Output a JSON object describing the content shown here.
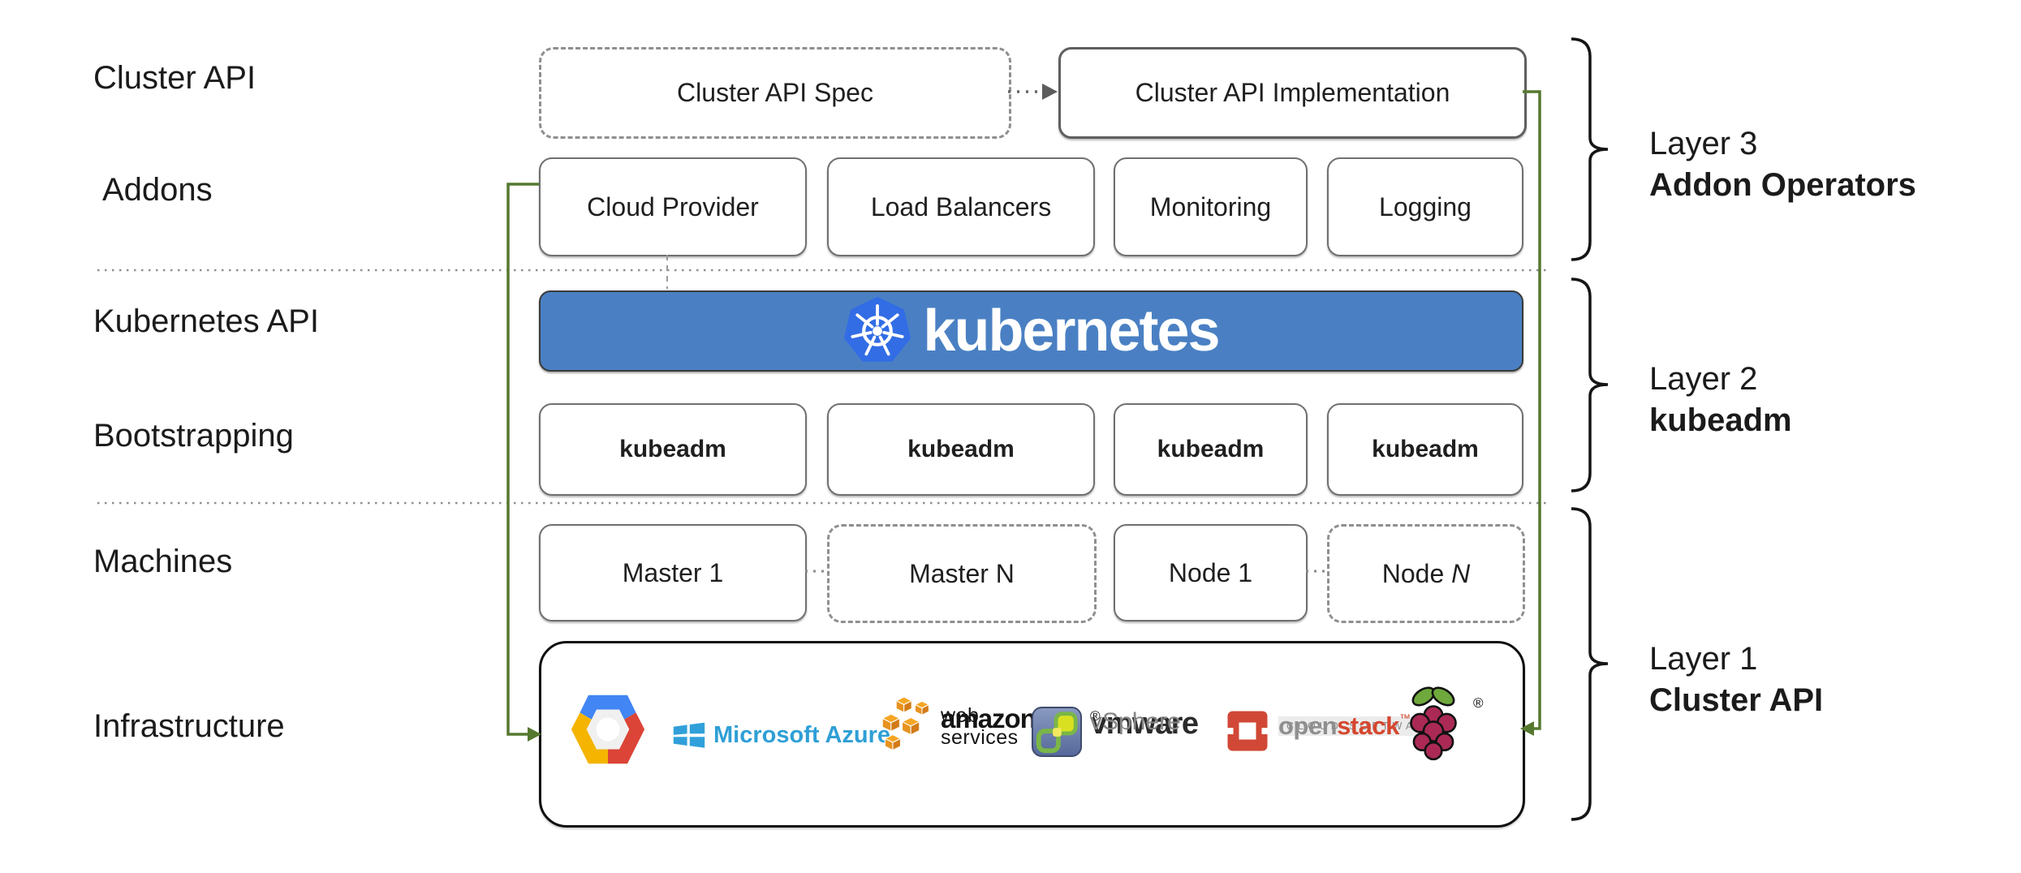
{
  "left_labels": {
    "cluster_api": "Cluster API",
    "addons": "Addons",
    "kubernetes_api": "Kubernetes API",
    "bootstrapping": "Bootstrapping",
    "machines": "Machines",
    "infrastructure": "Infrastructure"
  },
  "top_row": {
    "spec": "Cluster API Spec",
    "implementation": "Cluster API Implementation"
  },
  "addons": {
    "cloud_provider": "Cloud Provider",
    "load_balancers": "Load Balancers",
    "monitoring": "Monitoring",
    "logging": "Logging"
  },
  "banner": {
    "wordmark": "kubernetes"
  },
  "bootstrapping": {
    "b1": "kubeadm",
    "b2": "kubeadm",
    "b3": "kubeadm",
    "b4": "kubeadm"
  },
  "machines": {
    "master1": "Master 1",
    "masterN": "Master N",
    "node1": "Node 1",
    "nodeN_prefix": "Node ",
    "nodeN_suffix": "N"
  },
  "infrastructure_logos": {
    "icons": [
      "google-cloud-icon",
      "microsoft-azure-icon",
      "amazon-web-services-icon",
      "vmware-vsphere-icon",
      "openstack-icon",
      "raspberry-pi-icon"
    ],
    "azure": "Microsoft Azure",
    "amazon": "amazon",
    "amazon_sub": "web services",
    "vmware": "vmware",
    "vmware_mark": "®",
    "vmware_sub": "vSphere",
    "openstack_gray": "open",
    "openstack_red": "stack",
    "openstack_tm": "™",
    "openstack_sub": "CLOUD SOFTWARE",
    "raspberry_mark": "®"
  },
  "layers": {
    "layer3": {
      "line1": "Layer 3",
      "line2": "Addon Operators"
    },
    "layer2": {
      "line1": "Layer 2",
      "line2": "kubeadm"
    },
    "layer1": {
      "line1": "Layer 1",
      "line2": "Cluster API"
    }
  },
  "colors": {
    "kubernetes_banner_blue": "#4a80c3",
    "kubernetes_logo_blue": "#326de5",
    "connector_green": "#55782f",
    "box_border_gray": "#707070",
    "infrastructure_border_black": "#0f0f0f",
    "azure_blue": "#2f9fd6",
    "aws_orange": "#f19321",
    "gcp_blue": "#4285f4",
    "gcp_red": "#db4437",
    "gcp_yellow": "#f4b400",
    "vmware_slate": "#6a7ba6",
    "vmware_green": "#7ab648",
    "openstack_red": "#d5472f",
    "raspberry_crimson": "#ab2a55",
    "raspberry_leaf_green": "#6fa83c"
  }
}
